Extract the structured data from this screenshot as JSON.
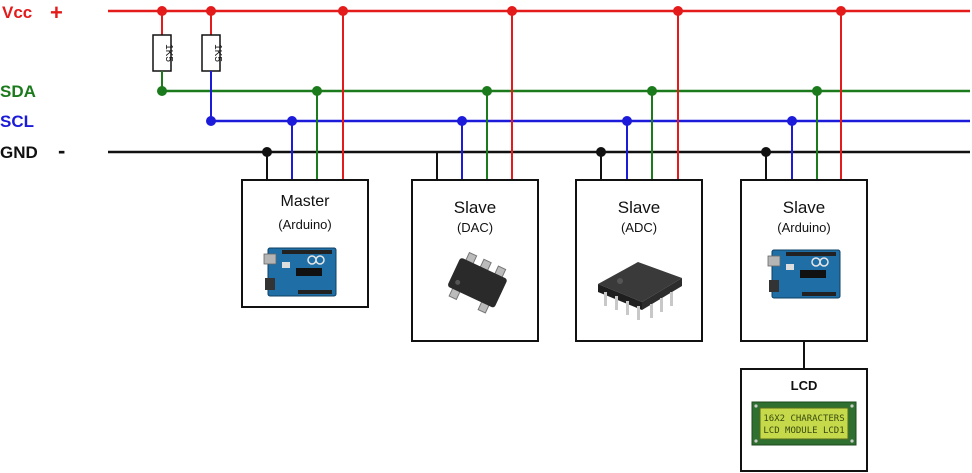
{
  "rails": {
    "vcc": {
      "label": "Vcc",
      "sign": "+",
      "color": "#e31b1b"
    },
    "sda": {
      "label": "SDA",
      "color": "#1b7a1b"
    },
    "scl": {
      "label": "SCL",
      "color": "#1b1bd9"
    },
    "gnd": {
      "label": "GND",
      "sign": "-",
      "color": "#111111"
    }
  },
  "resistors": [
    {
      "value": "1K5"
    },
    {
      "value": "1K5"
    }
  ],
  "devices": [
    {
      "title": "Master",
      "subtitle": "(Arduino)",
      "icon": "arduino-board-icon"
    },
    {
      "title": "Slave",
      "subtitle": "(DAC)",
      "icon": "sot-chip-icon"
    },
    {
      "title": "Slave",
      "subtitle": "(ADC)",
      "icon": "dip-chip-icon"
    },
    {
      "title": "Slave",
      "subtitle": "(Arduino)",
      "icon": "arduino-board-icon"
    }
  ],
  "lcd": {
    "title": "LCD",
    "line1": "16X2 CHARACTERS",
    "line2": "LCD MODULE LCD1"
  }
}
